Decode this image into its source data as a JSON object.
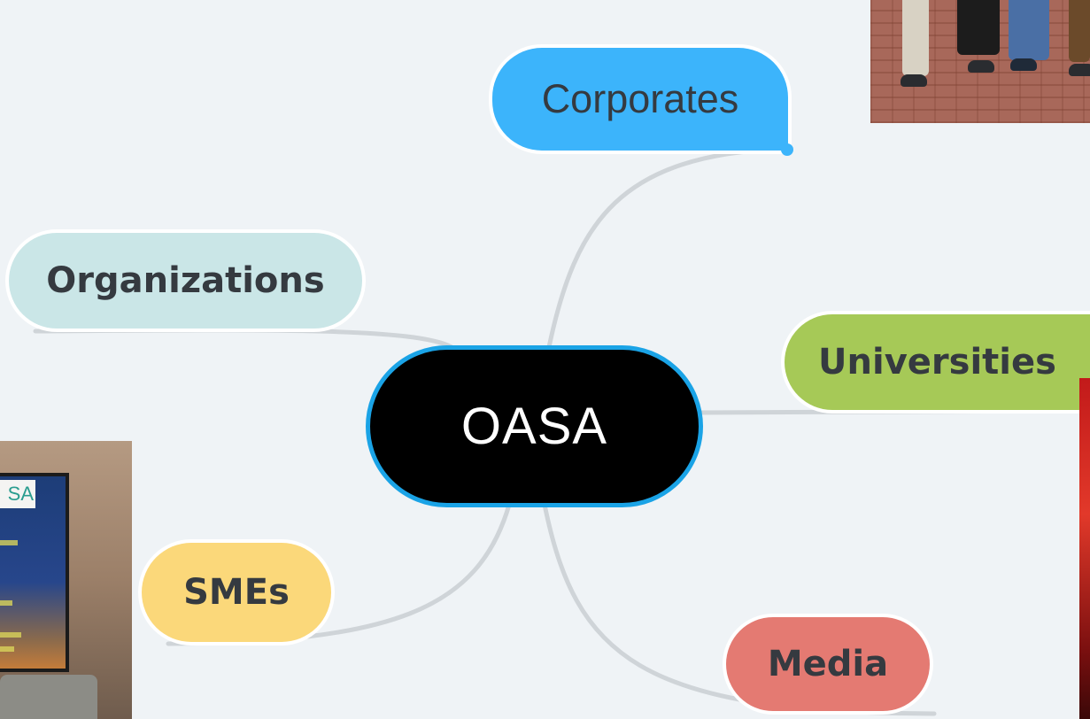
{
  "mindmap": {
    "center": {
      "label": "OASA"
    },
    "branches": [
      {
        "id": "corporates",
        "label": "Corporates",
        "color": "#3cb4fb"
      },
      {
        "id": "organizations",
        "label": "Organizations",
        "color": "#cae6e7"
      },
      {
        "id": "universities",
        "label": "Universities",
        "color": "#a6c957"
      },
      {
        "id": "smes",
        "label": "SMEs",
        "color": "#fbd87a"
      },
      {
        "id": "media",
        "label": "Media",
        "color": "#e47a72"
      }
    ],
    "center_fill": "#000000",
    "center_border": "#1aa3e6",
    "connector_color": "#cfd4d8"
  },
  "photos": {
    "top_right": {
      "subject": "people-standing-on-brick-pavement"
    },
    "bottom_left": {
      "subject": "presentation-screen-in-room",
      "screen_logo": "SA"
    },
    "right_edge": {
      "subject": "red-image-fragment"
    }
  }
}
